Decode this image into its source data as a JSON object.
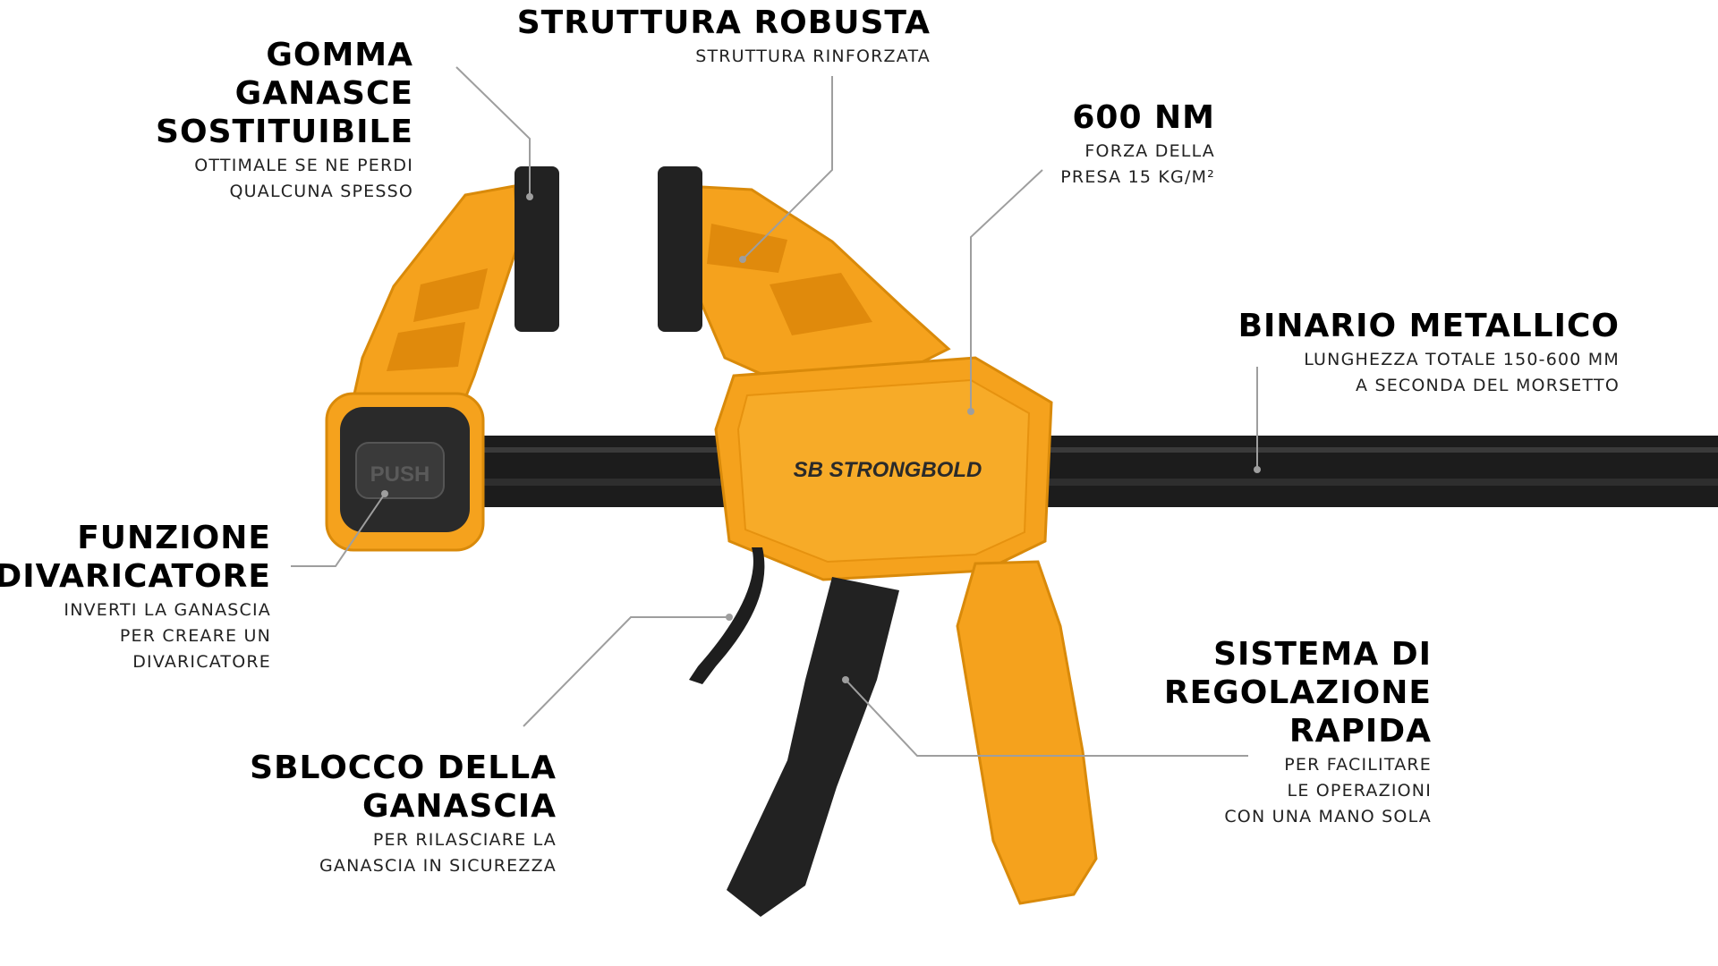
{
  "brand": {
    "logo_text": "SB STRONGBOLD",
    "push_text": "PUSH"
  },
  "colors": {
    "accent": "#f5a21d",
    "accent_dark": "#e08a0c",
    "rail": "#1c1c1c",
    "pad": "#222222",
    "line": "#9e9e9e"
  },
  "callouts": {
    "struttura": {
      "title": "STRUTTURA ROBUSTA",
      "subtitle": "STRUTTURA RINFORZATA"
    },
    "gomma": {
      "title": "GOMMA\nGANASCE\nSOSTITUIBILE",
      "subtitle": "OTTIMALE SE NE PERDI\nQUALCUNA SPESSO"
    },
    "forza": {
      "title": "600 NM",
      "subtitle": "FORZA DELLA\nPRESA 15 KG/M²"
    },
    "binario": {
      "title": "BINARIO METALLICO",
      "subtitle": "LUNGHEZZA TOTALE 150-600 MM\nA SECONDA DEL MORSETTO"
    },
    "divaricatore": {
      "title": "FUNZIONE\nDIVARICATORE",
      "subtitle": "INVERTI LA GANASCIA\nPER CREARE UN\nDIVARICATORE"
    },
    "sblocco": {
      "title": "SBLOCCO DELLA\nGANASCIA",
      "subtitle": "PER RILASCIARE LA\nGANASCIA IN SICUREZZA"
    },
    "regolazione": {
      "title": "SISTEMA DI\nREGOLAZIONE\nRAPIDA",
      "subtitle": "PER FACILITARE\nLE OPERAZIONI\nCON UNA MANO SOLA"
    }
  }
}
